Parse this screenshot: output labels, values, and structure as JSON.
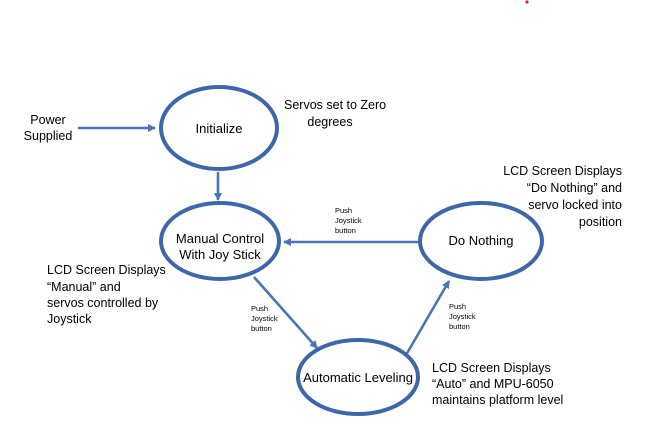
{
  "colors": {
    "node_stroke": "#3d67a9",
    "arrow": "#4a74b5",
    "text": "#000000",
    "background": "#ffffff",
    "corner_dot": "#d0252a"
  },
  "input": {
    "line1": "Power",
    "line2": "Supplied"
  },
  "nodes": {
    "initialize": {
      "label_line1": "Initialize",
      "label_line2": ""
    },
    "manual": {
      "label_line1": "Manual Control",
      "label_line2": "With Joy Stick"
    },
    "nothing": {
      "label_line1": "Do Nothing",
      "label_line2": ""
    },
    "auto": {
      "label_line1": "Automatic Leveling",
      "label_line2": ""
    }
  },
  "notes": {
    "initialize": {
      "line1": "Servos set to Zero",
      "line2": "degrees"
    },
    "nothing": {
      "line1": "LCD Screen  Displays",
      "line2": "“Do Nothing”  and",
      "line3": "servo locked into",
      "line4": "position"
    },
    "manual": {
      "line1": "LCD Screen  Displays",
      "line2": "“Manual”  and",
      "line3": "servos controlled by",
      "line4": "Joystick"
    },
    "auto": {
      "line1": "LCD Screen  Displays",
      "line2": "“Auto”  and MPU-6050",
      "line3": "maintains platform level"
    }
  },
  "edges": {
    "nothing_to_manual": {
      "line1": "Push",
      "line2": "Joystick",
      "line3": "button"
    },
    "manual_to_auto": {
      "line1": "Push",
      "line2": "Joystick",
      "line3": "button"
    },
    "auto_to_nothing": {
      "line1": "Push",
      "line2": "Joystick",
      "line3": "button"
    }
  }
}
